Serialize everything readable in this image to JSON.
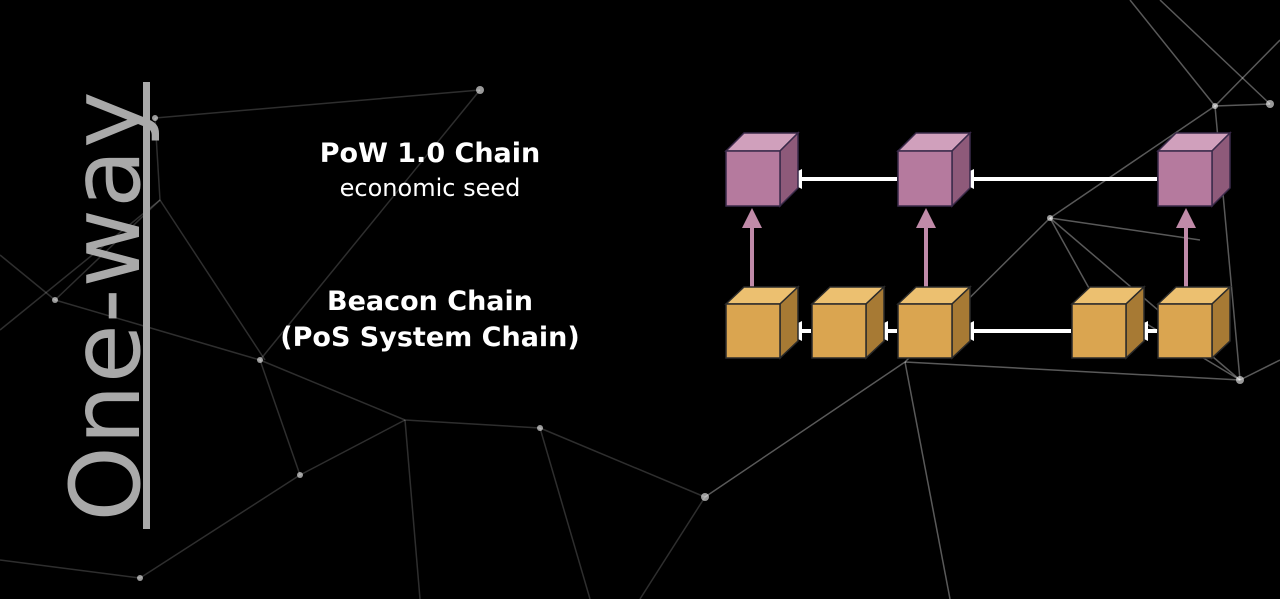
{
  "slide": {
    "vertical_title": "One-way"
  },
  "pow_chain": {
    "title": "PoW 1.0 Chain",
    "subtitle": "economic seed",
    "block_count": 3,
    "block_color": "#b57a9e"
  },
  "beacon_chain": {
    "title": "Beacon Chain",
    "subtitle": "(PoS System Chain)",
    "block_count": 5,
    "block_color": "#daa550"
  },
  "colors": {
    "background": "#000000",
    "title": "#a9a9a9",
    "text": "#ffffff",
    "link_arrow": "#ffffff",
    "reference_arrow": "#c08aa8",
    "network_lines": "#8a8a8a"
  }
}
